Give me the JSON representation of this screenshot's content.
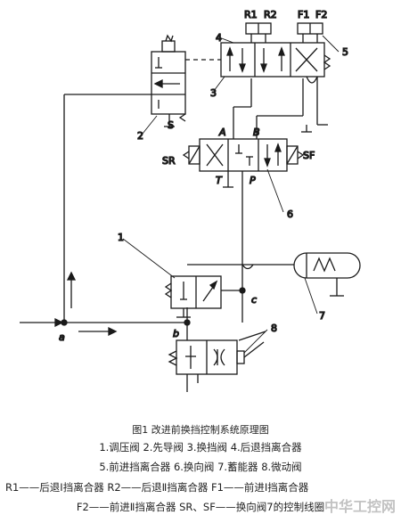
{
  "labels": {
    "R1": "R1",
    "R2": "R2",
    "F1": "F1",
    "F2": "F2",
    "n1": "1",
    "n2": "2",
    "n3": "3",
    "n4": "4",
    "n5": "5",
    "n6": "6",
    "n7": "7",
    "n8": "8",
    "S": "S",
    "SR": "SR",
    "SF": "SF",
    "A": "A",
    "B": "B",
    "T": "T",
    "P": "P",
    "a": "a",
    "b": "b",
    "c": "c"
  },
  "caption": {
    "title": "图1  改进前换挡控制系统原理图",
    "line1": "1.调压阀  2.先导阀  3.换挡阀  4.后退挡离合器",
    "line2": "5.前进挡离合器  6.换向阀  7.蓄能器  8.微动阀",
    "line3": "R1——后退Ⅰ挡离合器   R2——后退Ⅱ挡离合器   F1——前进Ⅰ挡离合器",
    "line4": "F2——前进Ⅱ挡离合器   SR、SF——换向阀7的控制线圈"
  },
  "watermark": "中华工控网"
}
